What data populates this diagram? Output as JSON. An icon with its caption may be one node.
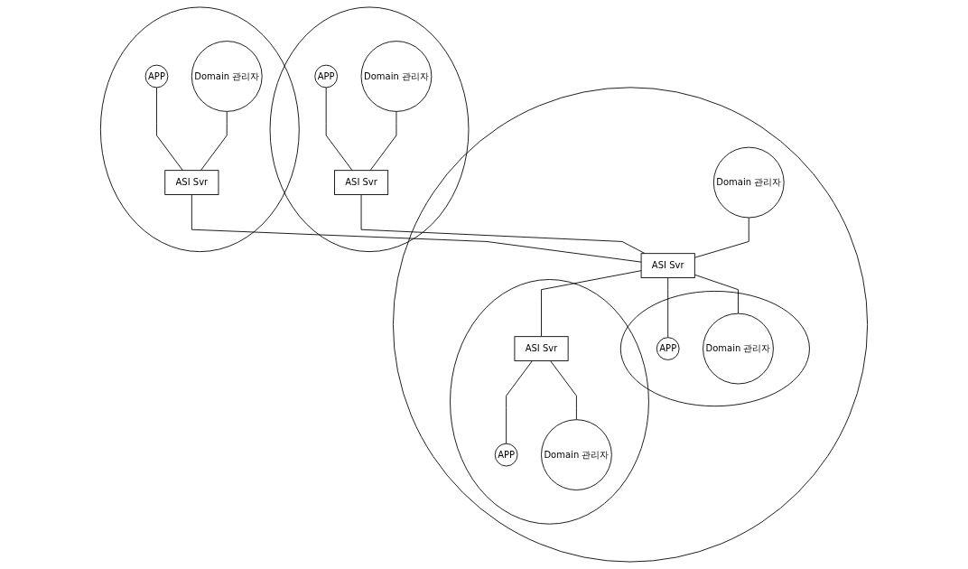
{
  "diagram": {
    "nodes": [
      {
        "text": [],
        "shape": "ellipse"
      },
      {
        "text": [
          "APP"
        ],
        "in": 0
      },
      {
        "text": [
          "Domain 관리자"
        ],
        "in": 0
      },
      {
        "text": [
          "ASI Svr"
        ],
        "in": 0
      },
      {
        "text": [],
        "shape": "circle"
      },
      {
        "text": [
          "Domain 관리자"
        ],
        "in": 4
      },
      {
        "text": [],
        "shape": "ellipse",
        "in": 4
      },
      {
        "text": [
          "APP"
        ],
        "in": 6
      },
      {
        "text": [
          "Domain 관리자"
        ],
        "in": 6
      },
      {
        "text": [
          "ASI Svr"
        ],
        "in": 4
      },
      {
        "text": [],
        "shape": "ellipse"
      },
      {
        "text": [
          "APP"
        ],
        "in": 10
      },
      {
        "text": [
          "Domain 관리자"
        ],
        "in": 10
      },
      {
        "text": [
          "ASI Svr"
        ],
        "in": 10
      },
      {
        "text": [],
        "shape": "ellipse",
        "in": 4
      },
      {
        "text": [
          "APP"
        ],
        "in": 14
      },
      {
        "text": [
          "ASI Svr"
        ],
        "in": 14
      },
      {
        "text": [
          "Domain 관리자"
        ],
        "in": 14
      }
    ],
    "edges": [
      {
        "from": 1,
        "to": 3,
        "arrow": "none"
      },
      {
        "from": 2,
        "to": 3,
        "arrow": "none"
      },
      {
        "from": 3,
        "to": 9,
        "arrow": "none"
      },
      {
        "from": 13,
        "to": 9,
        "arrow": "none"
      },
      {
        "from": 11,
        "to": 13,
        "arrow": "none"
      },
      {
        "from": 12,
        "to": 13,
        "arrow": "none"
      },
      {
        "from": 5,
        "to": 9,
        "arrow": "none"
      },
      {
        "from": 9,
        "to": 7,
        "arrow": "none"
      },
      {
        "from": 9,
        "to": 8,
        "arrow": "none"
      },
      {
        "from": 9,
        "to": 16,
        "arrow": "none"
      },
      {
        "from": 16,
        "to": 15,
        "arrow": "none"
      },
      {
        "from": 16,
        "to": 17,
        "arrow": "none"
      }
    ]
  }
}
